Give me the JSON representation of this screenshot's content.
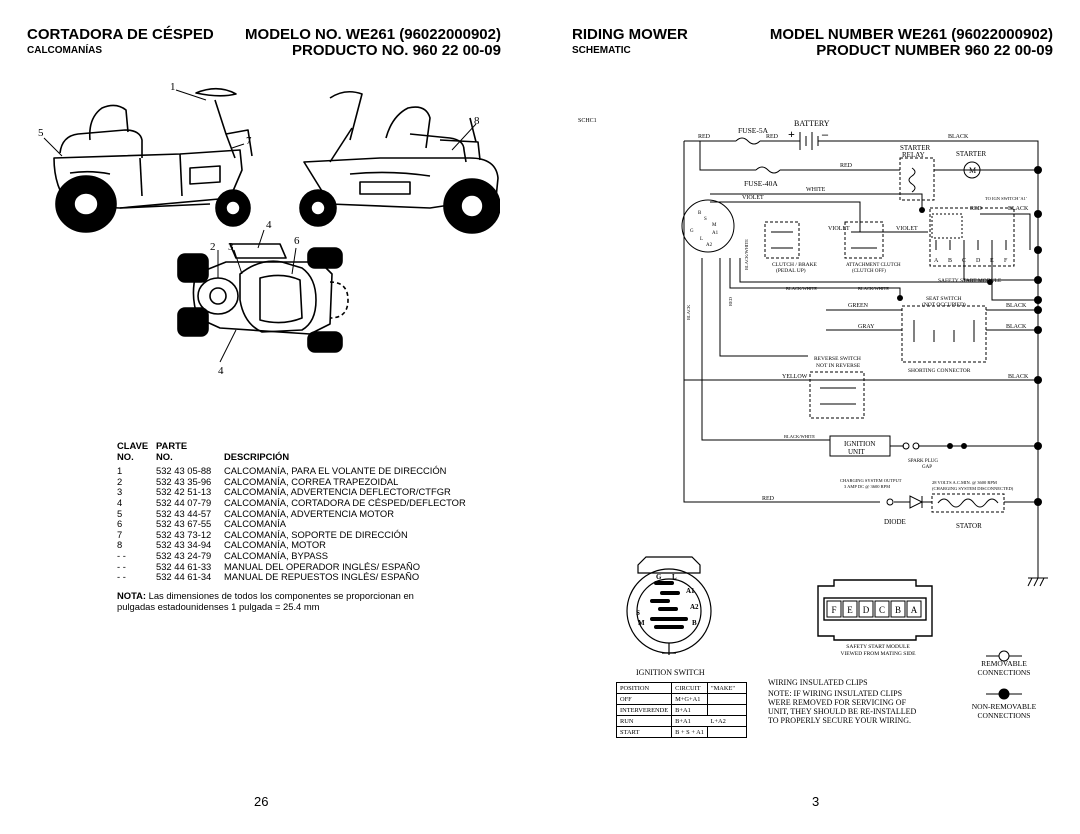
{
  "left_page": {
    "title": "CORTADORA DE CÉSPED",
    "subtitle": "CALCOMANÍAS",
    "model_line": "MODELO NO. WE261 (96022000902)",
    "product_line": "PRODUCTO NO. 960 22 00-09",
    "callouts": [
      "1",
      "2",
      "3",
      "4",
      "4",
      "5",
      "6",
      "7",
      "8"
    ],
    "table": {
      "head1": [
        "CLAVE",
        "PARTE",
        ""
      ],
      "head2": [
        "NO.",
        "NO.",
        "DESCRIPCIÓN"
      ],
      "rows": [
        {
          "key": "1",
          "part": "532 43 05-88",
          "desc": "CALCOMANÍA, PARA EL VOLANTE DE DIRECCIÓN"
        },
        {
          "key": "2",
          "part": "532 43 35-96",
          "desc": "CALCOMANÍA, CORREA TRAPEZOIDAL"
        },
        {
          "key": "3",
          "part": "532 42 51-13",
          "desc": "CALCOMANÍA, ADVERTENCIA DEFLECTOR/CTFGR"
        },
        {
          "key": "4",
          "part": "532 44 07-79",
          "desc": "CALCOMANÍA, CORTADORA DE CÉSPED/DEFLECTOR"
        },
        {
          "key": "5",
          "part": "532 43 44-57",
          "desc": "CALCOMANÍA, ADVERTENCIA MOTOR"
        },
        {
          "key": "6",
          "part": "532 43 67-55",
          "desc": "CALCOMANÍA"
        },
        {
          "key": "7",
          "part": "532 43 73-12",
          "desc": "CALCOMANÍA, SOPORTE DE DIRECCIÓN"
        },
        {
          "key": "8",
          "part": "532 43 34-94",
          "desc": "CALCOMANÍA, MOTOR"
        },
        {
          "key": "- -",
          "part": "532 43 24-79",
          "desc": "CALCOMANÍA, BYPASS"
        },
        {
          "key": "- -",
          "part": "532 44 61-33",
          "desc": "MANUAL DEL OPERADOR INGLÉS/ ESPAÑO"
        },
        {
          "key": "- -",
          "part": "532 44 61-34",
          "desc": "MANUAL DE REPUESTOS INGLÉS/ ESPAÑO"
        }
      ]
    },
    "note_label": "NOTA:",
    "note_text": " Las dimensiones de todos los componentes se proporcionan en",
    "note_text2": "pulgadas estadounidenses 1 pulgada = 25.4 mm",
    "page_number": "26"
  },
  "right_page": {
    "title": "RIDING MOWER",
    "subtitle": "SCHEMATIC",
    "model_line": "MODEL NUMBER WE261 (96022000902)",
    "product_line": "PRODUCT NUMBER 960 22 00-09",
    "schematic": {
      "code": "SCHC1",
      "battery": "BATTERY",
      "plus": "+",
      "minus": "–",
      "fuse5": "FUSE-5A",
      "fuse40": "FUSE-40A",
      "starter_relay": [
        "STARTER",
        "RELAY"
      ],
      "starter": "STARTER",
      "motor": "M",
      "to_ign": "TO IGN SWITCH 'A1'",
      "wires": {
        "red": "RED",
        "black": "BLACK",
        "white": "WHITE",
        "violet": "VIOLET",
        "black_white": "BLACK/WHITE",
        "green": "GREEN",
        "gray": "GRAY",
        "yellow": "YELLOW"
      },
      "clutch_brake": [
        "CLUTCH / BRAKE",
        "(PEDAL UP)"
      ],
      "attachment_clutch": [
        "ATTACHMENT CLUTCH",
        "(CLUTCH OFF)"
      ],
      "safety_start_module": "SAFETY START MODULE",
      "module_letters": [
        "A",
        "B",
        "C",
        "D",
        "E",
        "F"
      ],
      "seat_switch": [
        "SEAT SWITCH",
        "(NOT OCCUPIED)"
      ],
      "reverse_switch": [
        "REVERSE SWITCH",
        "NOT IN REVERSE"
      ],
      "shorting_connector": "SHORTING CONNECTOR",
      "ignition_unit": [
        "IGNITION",
        "UNIT"
      ],
      "spark_plug": [
        "SPARK PLUG",
        "GAP"
      ],
      "charging_left": [
        "CHARGING SYSTEM OUTPUT",
        "3 AMP DC @ 3600 RPM"
      ],
      "charging_right": [
        "28 VOLTS A.C.MIN. @ 3600 RPM",
        "(CHARGING SYSTEM DISCONNECTED)"
      ],
      "diode": "DIODE",
      "stator": "STATOR",
      "ign_terms": [
        "B",
        "S",
        "M",
        "G",
        "L",
        "A1",
        "A2"
      ],
      "ign_face_terms": [
        "G",
        "L",
        "A1",
        "S",
        "A2",
        "M",
        "B"
      ]
    },
    "connector_letters": [
      "F",
      "E",
      "D",
      "C",
      "B",
      "A"
    ],
    "module_caption": [
      "SAFETY START MODULE",
      "VIEWED FROM MATING SIDE"
    ],
    "ignition_switch_title": "IGNITION SWITCH",
    "ignition_table": {
      "head": [
        "POSITION",
        "CIRCUIT",
        "\"MAKE\""
      ],
      "rows": [
        [
          "OFF",
          "M+G+A1",
          ""
        ],
        [
          "INTERVERENDE",
          "B+A1",
          ""
        ],
        [
          "RUN",
          "B+A1",
          "L+A2"
        ],
        [
          "START",
          "B + S + A1",
          ""
        ]
      ]
    },
    "clip_title": "WIRING INSULATED CLIPS",
    "clip_note": [
      "NOTE: IF WIRING INSULATED CLIPS",
      "WERE REMOVED FOR SERVICING OF",
      "UNIT, THEY SHOULD BE RE-INSTALLED",
      "TO PROPERLY SECURE YOUR WIRING."
    ],
    "legend_removable": [
      "REMOVABLE",
      "CONNECTIONS"
    ],
    "legend_nonremovable": [
      "NON-REMOVABLE",
      "CONNECTIONS"
    ],
    "page_number": "3"
  }
}
